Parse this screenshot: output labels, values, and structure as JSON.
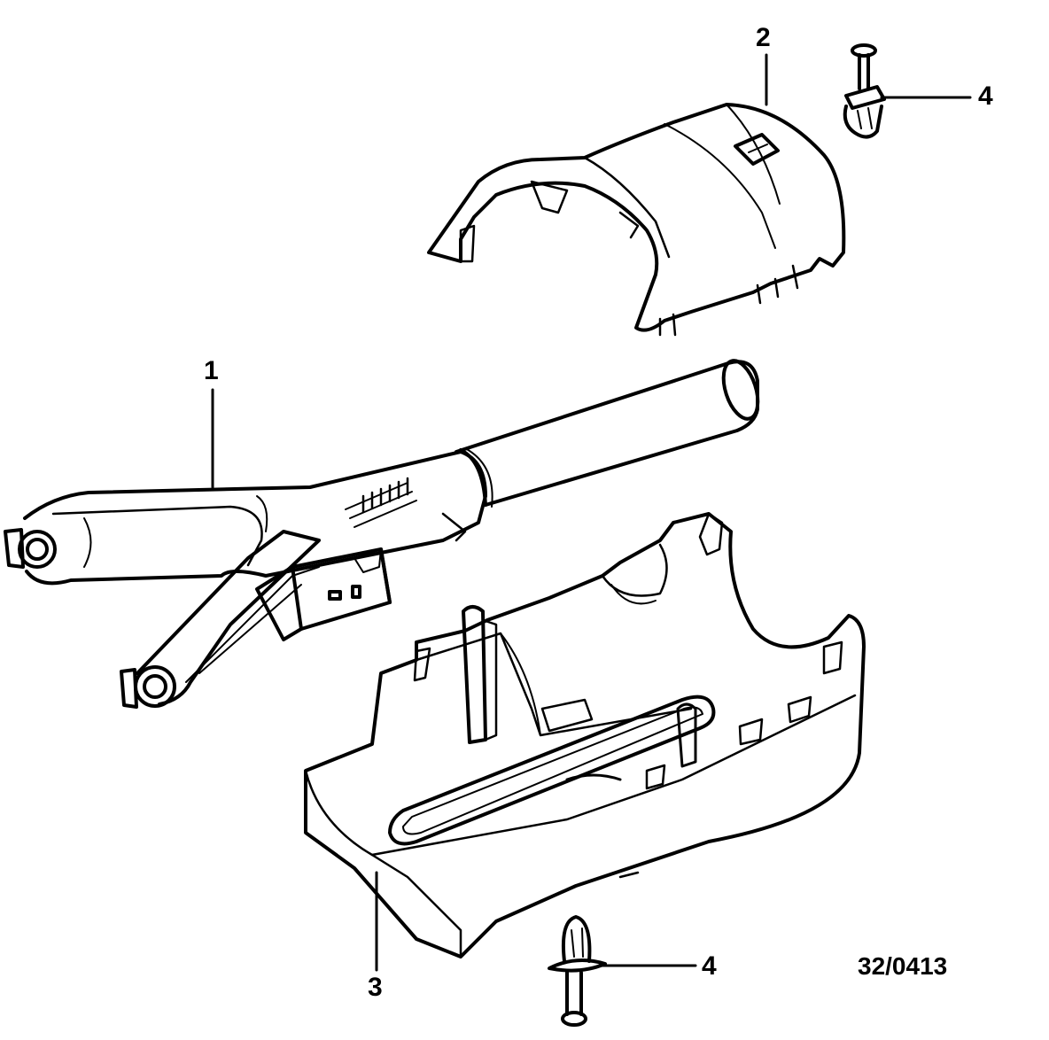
{
  "callouts": {
    "part_1": "1",
    "part_2": "2",
    "part_3": "3",
    "part_4_top": "4",
    "part_4_bottom": "4"
  },
  "figure_id": "32/0413",
  "parts": {
    "steering_column_tube": {
      "icon": "steering-column-tube"
    },
    "upper_column_shroud": {
      "icon": "upper-shroud"
    },
    "lower_column_shroud": {
      "icon": "lower-shroud"
    },
    "expanding_rivet_top": {
      "icon": "expanding-rivet"
    },
    "expanding_rivet_bottom": {
      "icon": "expanding-rivet"
    }
  },
  "colors": {
    "line": "#000000",
    "background": "#ffffff"
  }
}
